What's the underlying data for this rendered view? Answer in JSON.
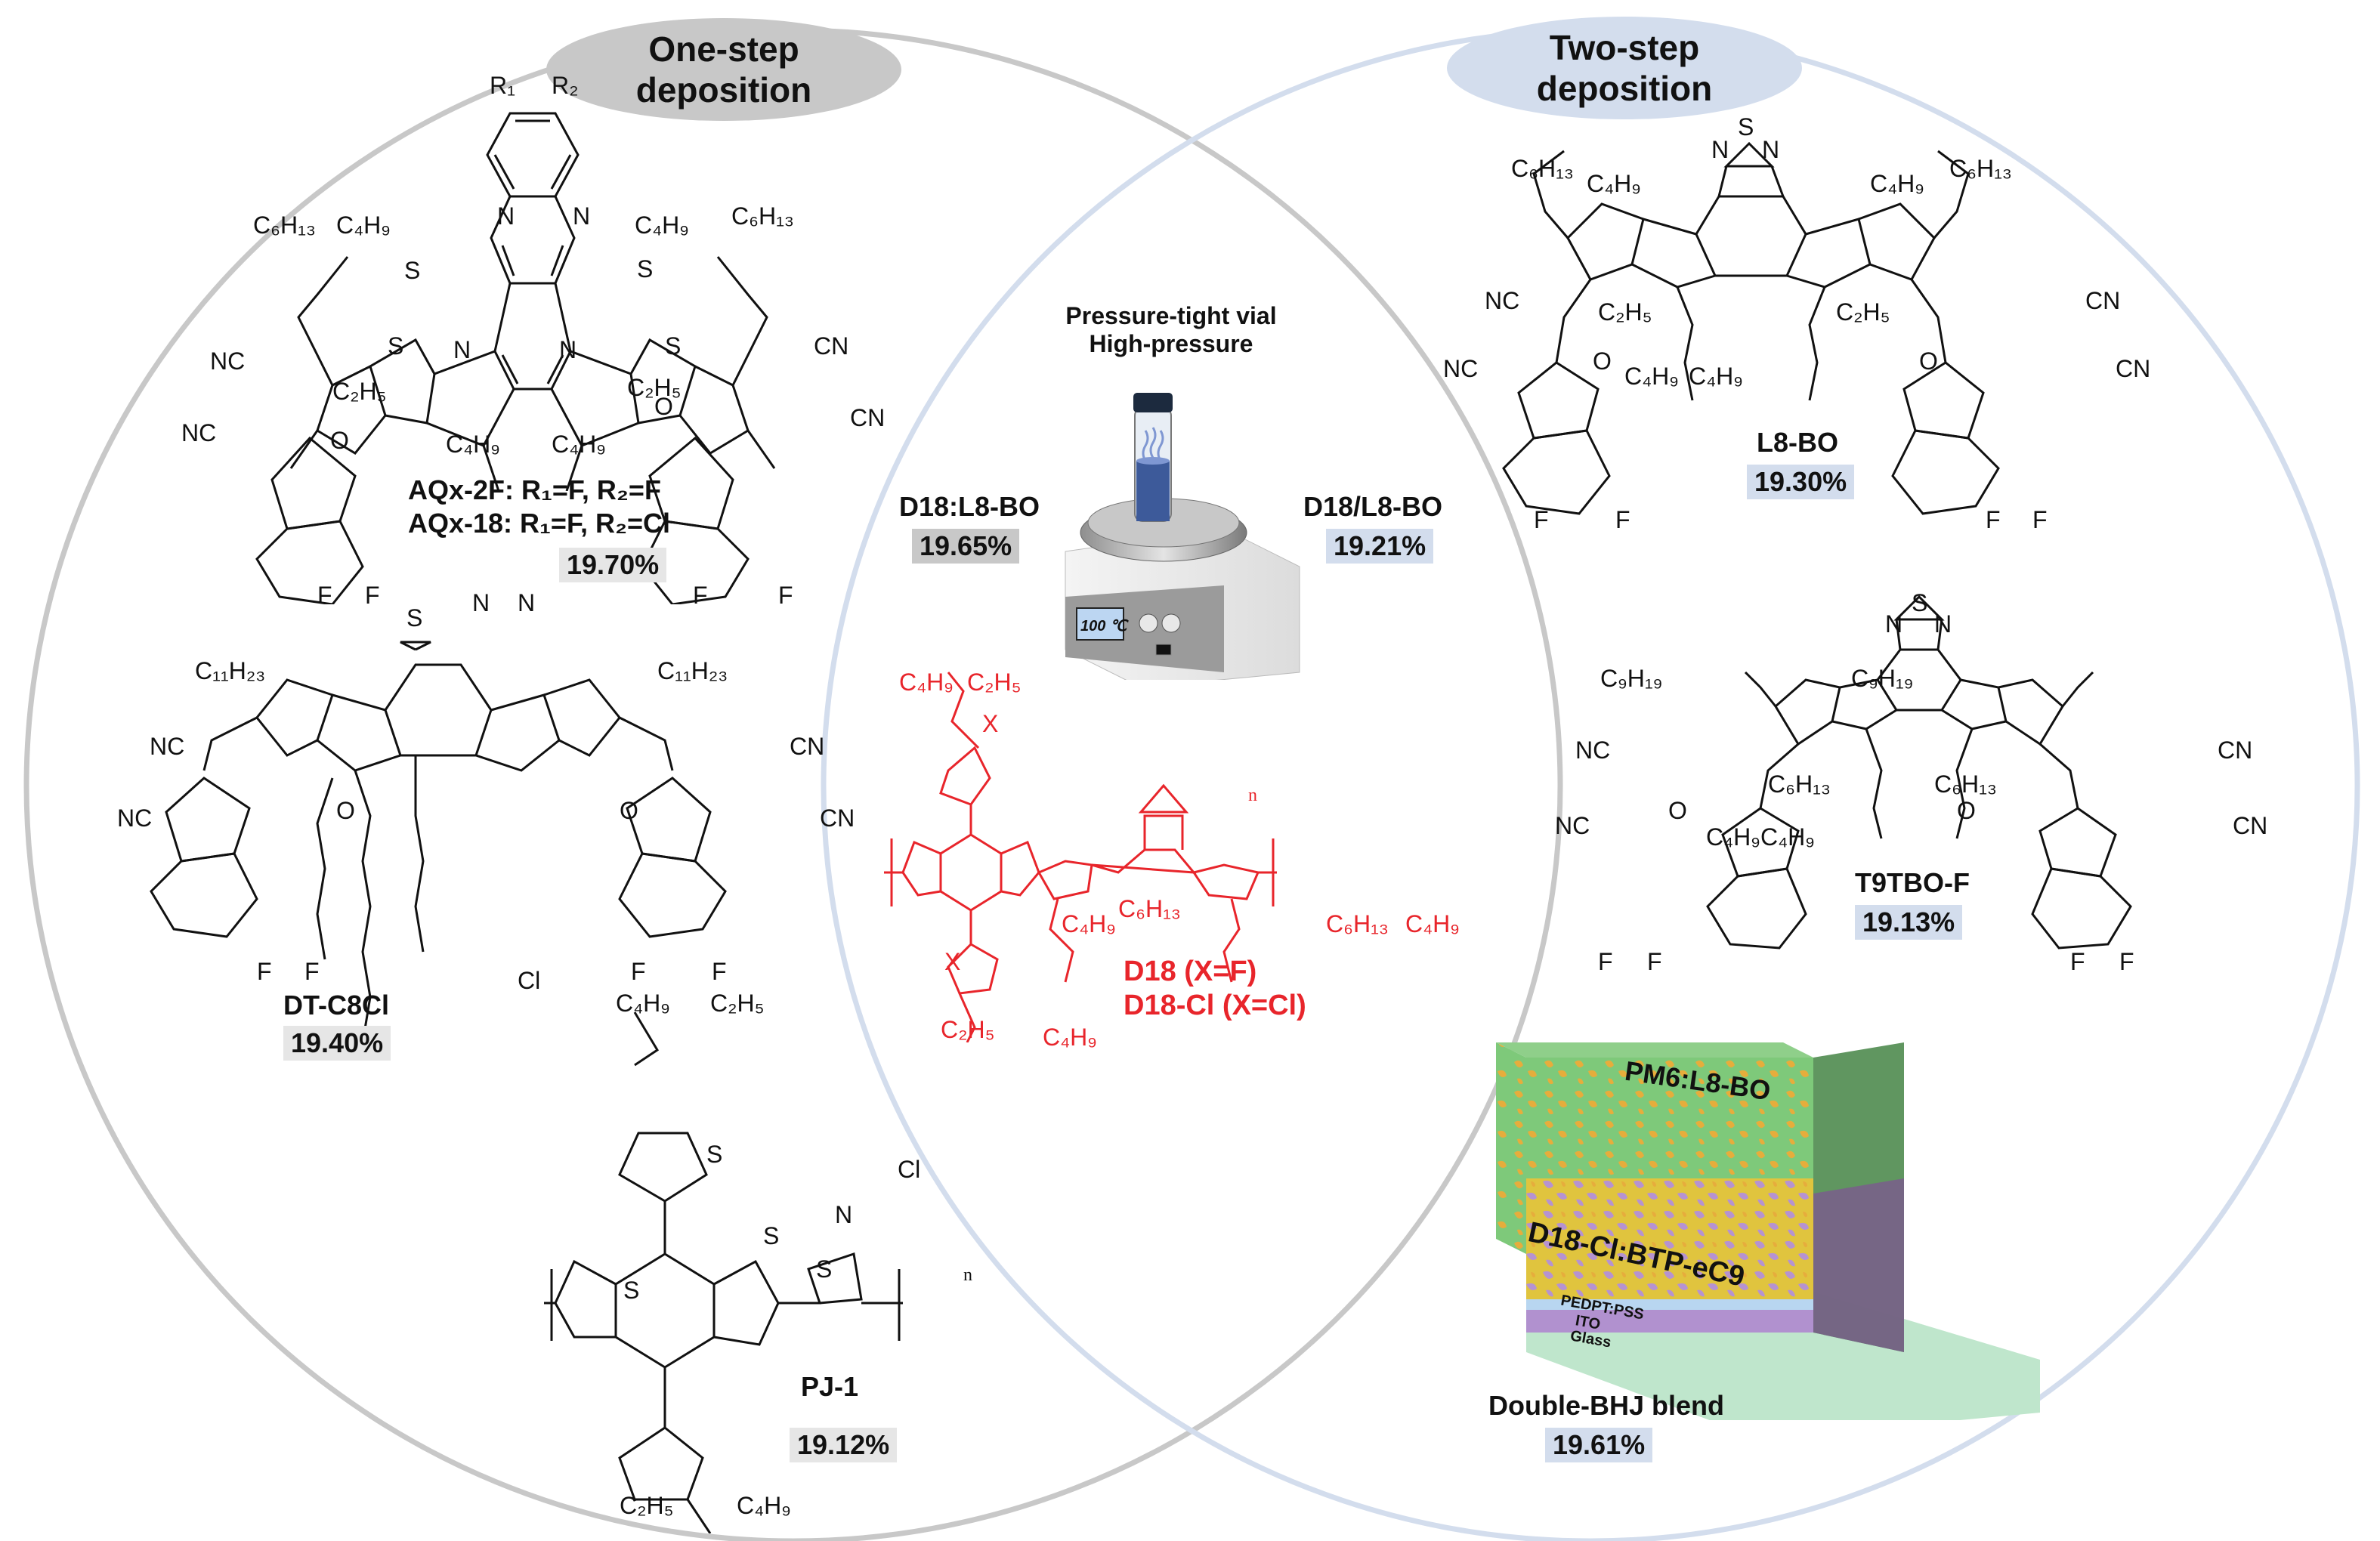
{
  "sections": {
    "one_step": {
      "title_line1": "One-step",
      "title_line2": "deposition",
      "color": "#c8c8c8"
    },
    "two_step": {
      "title_line1": "Two-step",
      "title_line2": "deposition",
      "color": "#d3dded"
    }
  },
  "molecules": {
    "aqx": {
      "line1": "AQx-2F: R₁=F, R₂=F",
      "line2": "AQx-18: R₁=F, R₂=Cl",
      "pce": "19.70%",
      "substituents": [
        "R₁",
        "R₂",
        "C₆H₁₃",
        "C₄H₉",
        "C₂H₅",
        "NC",
        "CN",
        "O",
        "F",
        "N",
        "S"
      ]
    },
    "dt_c8cl": {
      "name": "DT-C8Cl",
      "pce": "19.40%",
      "substituents": [
        "C₁₁H₂₃",
        "Cl",
        "NC",
        "CN",
        "O",
        "F"
      ]
    },
    "pj1": {
      "name": "PJ-1",
      "pce": "19.12%",
      "substituents": [
        "C₄H₉",
        "C₂H₅",
        "Cl",
        "N",
        "S",
        "n"
      ]
    },
    "l8bo": {
      "name": "L8-BO",
      "pce": "19.30%",
      "substituents": [
        "C₆H₁₃",
        "C₄H₉",
        "C₂H₅",
        "NC",
        "CN",
        "O",
        "F"
      ]
    },
    "t9tbo": {
      "name": "T9TBO-F",
      "pce": "19.13%",
      "substituents": [
        "C₉H₁₉",
        "C₆H₁₃",
        "C₄H₉",
        "NC",
        "CN",
        "O",
        "F"
      ]
    }
  },
  "center": {
    "vial_line1": "Pressure-tight vial",
    "vial_line2": "High-pressure",
    "left_blend": "D18:L8-BO",
    "left_pce": "19.65%",
    "right_blend": "D18/L8-BO",
    "right_pce": "19.21%",
    "display": "100 ℃",
    "polymer_line1": "D18 (X=F)",
    "polymer_line2": "D18-Cl (X=Cl)",
    "polymer_substituents": [
      "C₄H₉",
      "C₂H₅",
      "C₆H₁₃",
      "X",
      "n"
    ],
    "polymer_color": "#e8252b"
  },
  "device": {
    "layers": [
      "PM6:L8-BO",
      "D18-Cl:BTP-eC9",
      "PEDPT:PSS",
      "ITO",
      "Glass"
    ],
    "name": "Double-BHJ blend",
    "pce": "19.61%"
  },
  "atoms": {
    "S": "S",
    "N": "N",
    "O": "O",
    "F": "F",
    "Cl": "Cl",
    "NC": "NC",
    "CN": "CN",
    "X": "X",
    "n": "n",
    "R1": "R₁",
    "R2": "R₂",
    "C6H13": "C₆H₁₃",
    "C4H9": "C₄H₉",
    "C2H5": "C₂H₅",
    "C11H23": "C₁₁H₂₃",
    "C9H19": "C₉H₁₉"
  }
}
